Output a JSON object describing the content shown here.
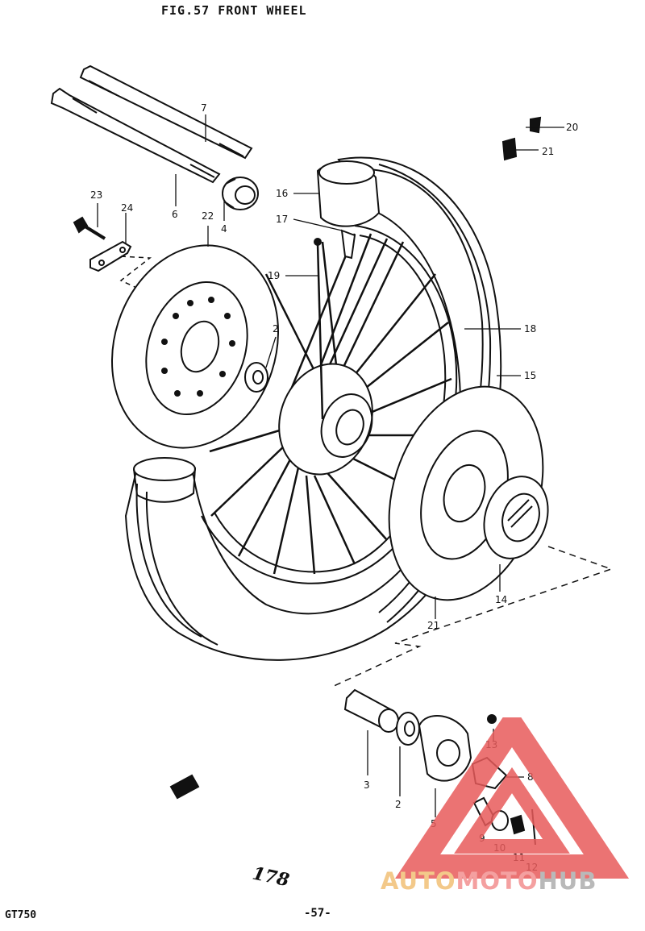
{
  "title": "FIG.57  FRONT WHEEL",
  "model": "GT750",
  "page_number": "-57-",
  "handwritten_note": "178",
  "watermark": {
    "part1": "AUTO",
    "part2": "MOTO",
    "part3": "HUB"
  },
  "colors": {
    "line": "#111111",
    "watermark_red": "#e85a5a",
    "watermark_gold": "#f3c98a",
    "watermark_gray": "#b9b9b9"
  },
  "callouts": [
    {
      "id": "c7",
      "label": "7"
    },
    {
      "id": "c6",
      "label": "6"
    },
    {
      "id": "c4",
      "label": "4"
    },
    {
      "id": "c23",
      "label": "23"
    },
    {
      "id": "c24",
      "label": "24"
    },
    {
      "id": "c22",
      "label": "22"
    },
    {
      "id": "c16",
      "label": "16"
    },
    {
      "id": "c17",
      "label": "17"
    },
    {
      "id": "c19",
      "label": "19"
    },
    {
      "id": "c2a",
      "label": "2"
    },
    {
      "id": "c20",
      "label": "20"
    },
    {
      "id": "c21a",
      "label": "21"
    },
    {
      "id": "c18",
      "label": "18"
    },
    {
      "id": "c15",
      "label": "15"
    },
    {
      "id": "c14",
      "label": "14"
    },
    {
      "id": "c21b",
      "label": "21"
    },
    {
      "id": "c13",
      "label": "13"
    },
    {
      "id": "c8",
      "label": "8"
    },
    {
      "id": "c3",
      "label": "3"
    },
    {
      "id": "c2b",
      "label": "2"
    },
    {
      "id": "c5",
      "label": "5"
    },
    {
      "id": "c9",
      "label": "9"
    },
    {
      "id": "c10",
      "label": "10"
    },
    {
      "id": "c11",
      "label": "11"
    },
    {
      "id": "c12",
      "label": "12"
    }
  ]
}
